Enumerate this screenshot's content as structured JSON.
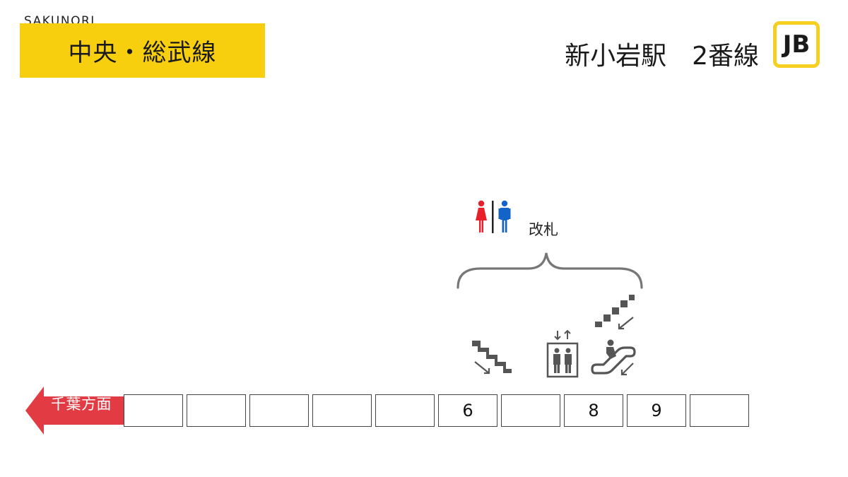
{
  "header": {
    "brand": "SAKUNORI",
    "line_name": "中央・総武線",
    "line_color": "#f8cf0f",
    "station_title": "新小岩駅　2番線",
    "line_badge": "JB"
  },
  "facilities": {
    "ticket_gate_label": "改札",
    "icons": [
      "restroom-icon",
      "stairs-up-icon",
      "stairs-down-icon",
      "elevator-icon",
      "escalator-down-icon"
    ]
  },
  "platform": {
    "direction_label": "千葉方面",
    "direction_color": "#e23b44",
    "cars": [
      "",
      "",
      "",
      "",
      "",
      "6",
      "",
      "8",
      "9",
      ""
    ]
  }
}
